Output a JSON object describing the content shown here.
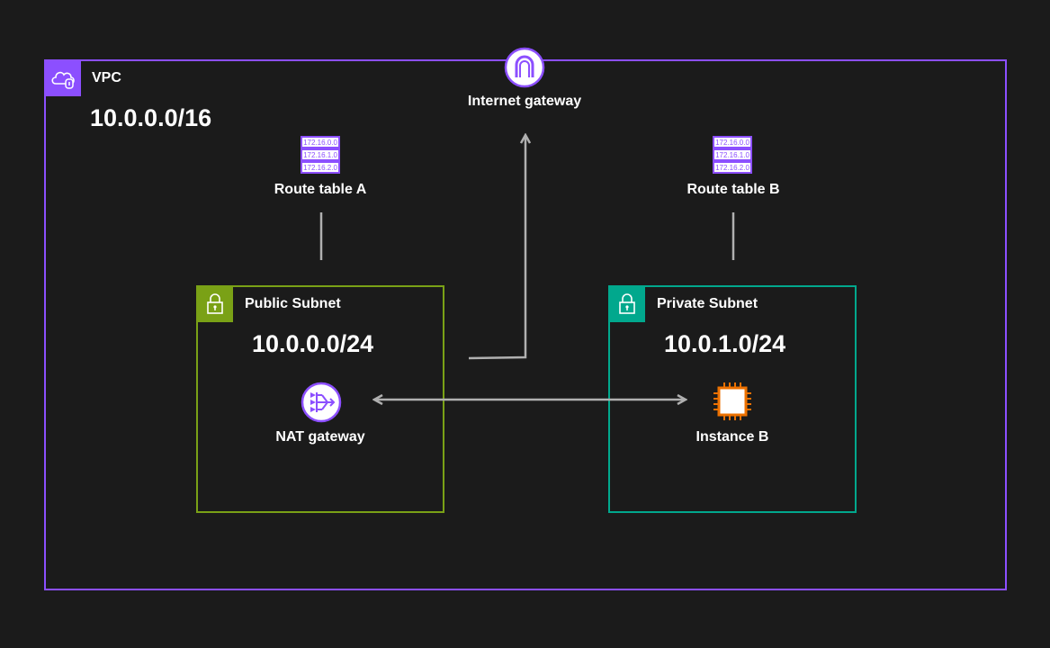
{
  "vpc": {
    "label": "VPC",
    "cidr": "10.0.0.0/16"
  },
  "internet_gateway": {
    "label": "Internet gateway"
  },
  "route_table_a": {
    "label": "Route table A",
    "entries": [
      "172.16.0.0",
      "172.16.1.0",
      "172.16.2.0"
    ]
  },
  "route_table_b": {
    "label": "Route table B",
    "entries": [
      "172.16.0.0",
      "172.16.1.0",
      "172.16.2.0"
    ]
  },
  "public_subnet": {
    "label": "Public Subnet",
    "cidr": "10.0.0.0/24"
  },
  "private_subnet": {
    "label": "Private Subnet",
    "cidr": "10.0.1.0/24"
  },
  "nat_gateway": {
    "label": "NAT gateway"
  },
  "instance_b": {
    "label": "Instance B"
  },
  "colors": {
    "background": "#1b1b1b",
    "vpc": "#8c4fff",
    "public_subnet": "#7aa116",
    "private_subnet": "#01a88d",
    "compute": "#ed7100",
    "connector": "#b0b0b0"
  }
}
